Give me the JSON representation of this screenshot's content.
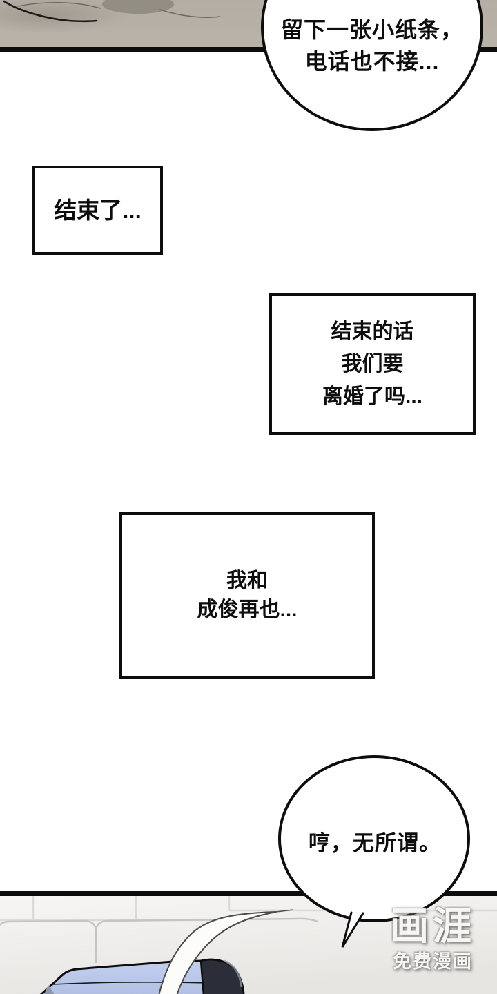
{
  "comic": {
    "top_bubble": {
      "line1": "留下一张小纸条，",
      "line2": "电话也不接..."
    },
    "caption1": {
      "line1": "结束了..."
    },
    "caption2": {
      "line1": "结束的话",
      "line2": "我们要",
      "line3": "离婚了吗..."
    },
    "caption3": {
      "line1": "我和",
      "line2": "成俊再也..."
    },
    "bottom_bubble": {
      "line1": "哼，无所谓。"
    },
    "watermark": {
      "logo": "画涯",
      "tagline": "免费漫画"
    },
    "colors": {
      "outline": "#0d0d0d",
      "panel_taupe": "#b6b0a7",
      "panel_shadow": "#8d887e",
      "sofa_blue": "#b9c6e8",
      "armrest_navy": "#2b2d38",
      "fin_gray": "#8d96aa",
      "wall_light": "#f5f4f2",
      "wall_dark": "#e7e5e2",
      "tile_line": "#dcdad6",
      "couch_outline": "#c6c4c0",
      "ribbon_white": "#fcfcfb"
    }
  }
}
